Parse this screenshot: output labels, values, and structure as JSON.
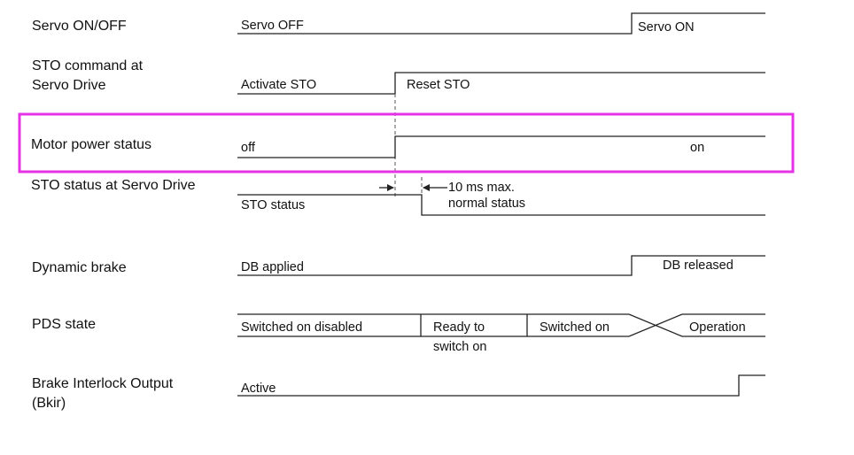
{
  "rows": {
    "servo": {
      "label_lines": [
        "Servo ON/OFF"
      ],
      "states": [
        "Servo OFF",
        "Servo ON"
      ]
    },
    "sto_cmd": {
      "label_lines": [
        "STO command at",
        "Servo Drive"
      ],
      "states": [
        "Activate STO",
        "Reset STO"
      ]
    },
    "motor": {
      "label_lines": [
        "Motor power status"
      ],
      "states": [
        "off",
        "on"
      ]
    },
    "sto_status": {
      "label_lines": [
        "STO status at Servo Drive"
      ],
      "states": [
        "STO status",
        "normal status"
      ],
      "timing_note": "10 ms max."
    },
    "db": {
      "label_lines": [
        "Dynamic brake"
      ],
      "states": [
        "DB applied",
        "DB released"
      ]
    },
    "pds": {
      "label_lines": [
        "PDS state"
      ],
      "states": [
        "Switched on disabled",
        "Ready to",
        "switch on",
        "Switched on",
        "Operation"
      ]
    },
    "bkir": {
      "label_lines": [
        "Brake Interlock Output",
        "(Bkir)"
      ],
      "states": [
        "Active"
      ]
    }
  },
  "colors": {
    "highlight": "#e633e6",
    "line": "#222222",
    "text": "#111111"
  }
}
